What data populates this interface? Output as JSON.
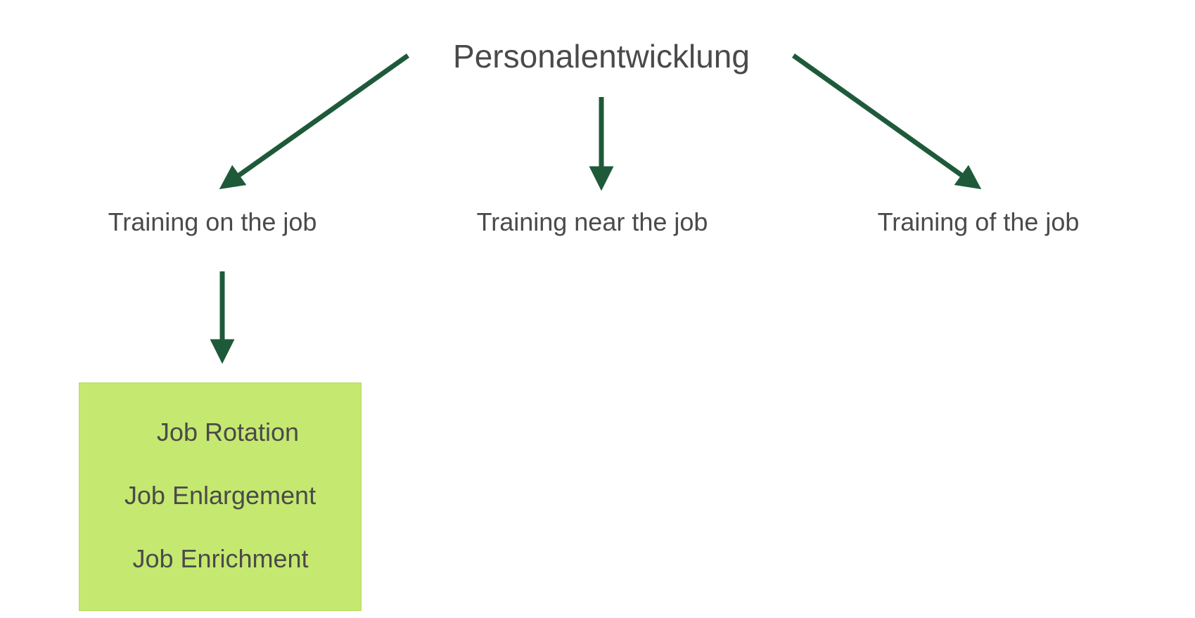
{
  "diagram": {
    "root": {
      "label": "Personalentwicklung"
    },
    "branches": [
      {
        "label": "Training on the job"
      },
      {
        "label": "Training near the job"
      },
      {
        "label": "Training of the job"
      }
    ],
    "sub_box": {
      "items": [
        "Job Rotation",
        "Job Enlargement",
        "Job Enrichment"
      ]
    },
    "colors": {
      "arrow": "#1e5a3a",
      "box_fill": "#c5e870",
      "text": "#4a4a4a"
    }
  }
}
